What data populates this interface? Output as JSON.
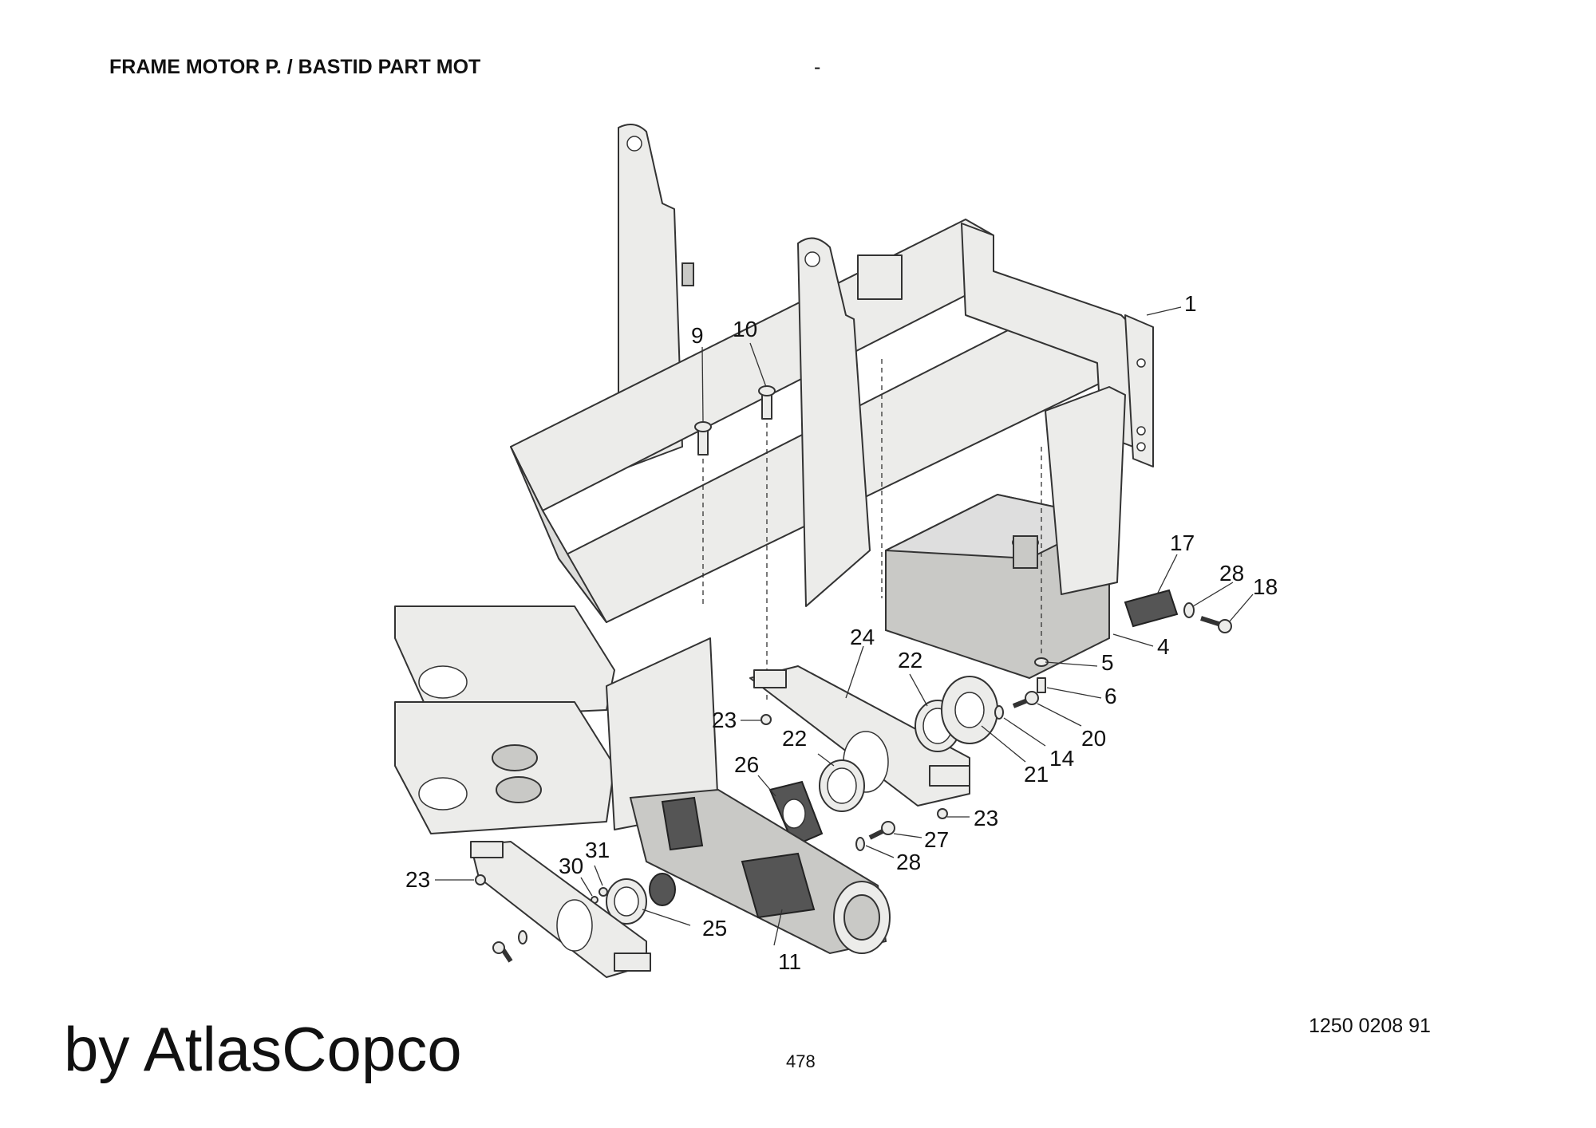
{
  "header": {
    "title": "FRAME MOTOR P. / BASTID PART MOT",
    "dash": "-"
  },
  "footer": {
    "brand": "by AtlasCopco",
    "doc_number": "1250 0208 91",
    "page_number": "478"
  },
  "callouts": [
    {
      "id": "c1",
      "label": "1"
    },
    {
      "id": "c9",
      "label": "9"
    },
    {
      "id": "c10",
      "label": "10"
    },
    {
      "id": "c17",
      "label": "17"
    },
    {
      "id": "c28a",
      "label": "28"
    },
    {
      "id": "c18",
      "label": "18"
    },
    {
      "id": "c4",
      "label": "4"
    },
    {
      "id": "c5",
      "label": "5"
    },
    {
      "id": "c6",
      "label": "6"
    },
    {
      "id": "c24",
      "label": "24"
    },
    {
      "id": "c22a",
      "label": "22"
    },
    {
      "id": "c23a",
      "label": "23"
    },
    {
      "id": "c22b",
      "label": "22"
    },
    {
      "id": "c20",
      "label": "20"
    },
    {
      "id": "c14",
      "label": "14"
    },
    {
      "id": "c21",
      "label": "21"
    },
    {
      "id": "c26",
      "label": "26"
    },
    {
      "id": "c23b",
      "label": "23"
    },
    {
      "id": "c27",
      "label": "27"
    },
    {
      "id": "c28b",
      "label": "28"
    },
    {
      "id": "c31",
      "label": "31"
    },
    {
      "id": "c30",
      "label": "30"
    },
    {
      "id": "c23c",
      "label": "23"
    },
    {
      "id": "c25",
      "label": "25"
    },
    {
      "id": "c11",
      "label": "11"
    }
  ]
}
